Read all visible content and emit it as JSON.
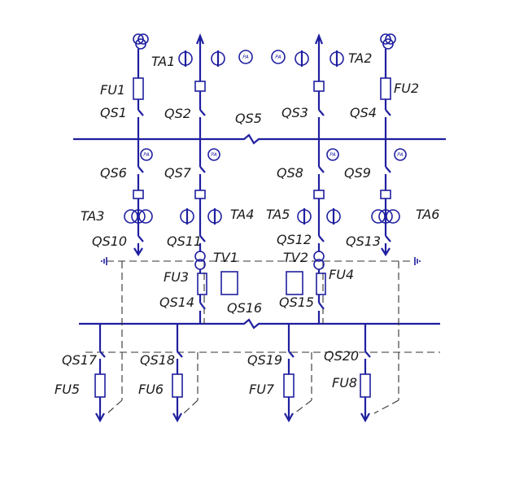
{
  "labels": {
    "TA1": "TA1",
    "TA2": "TA2",
    "FU1": "FU1",
    "FU2": "FU2",
    "QS1": "QS1",
    "QS2": "QS2",
    "QS3": "QS3",
    "QS4": "QS4",
    "QS5": "QS5",
    "QS6": "QS6",
    "QS7": "QS7",
    "QS8": "QS8",
    "QS9": "QS9",
    "TA3": "TA3",
    "TA4": "TA4",
    "TA5": "TA5",
    "TA6": "TA6",
    "QS10": "QS10",
    "QS11": "QS11",
    "QS12": "QS12",
    "QS13": "QS13",
    "TV1": "TV1",
    "TV2": "TV2",
    "FU3": "FU3",
    "FU4": "FU4",
    "QS14": "QS14",
    "QS15": "QS15",
    "QS16": "QS16",
    "QS17": "QS17",
    "QS18": "QS18",
    "QS19": "QS19",
    "QS20": "QS20",
    "FU5": "FU5",
    "FU6": "FU6",
    "FU7": "FU7",
    "FU8": "FU8"
  },
  "meter_symbol": "PA",
  "colors": {
    "wire": "#1f1fa0",
    "dash": "#333333",
    "text": "#1a1a1a",
    "background": "#ffffff"
  }
}
